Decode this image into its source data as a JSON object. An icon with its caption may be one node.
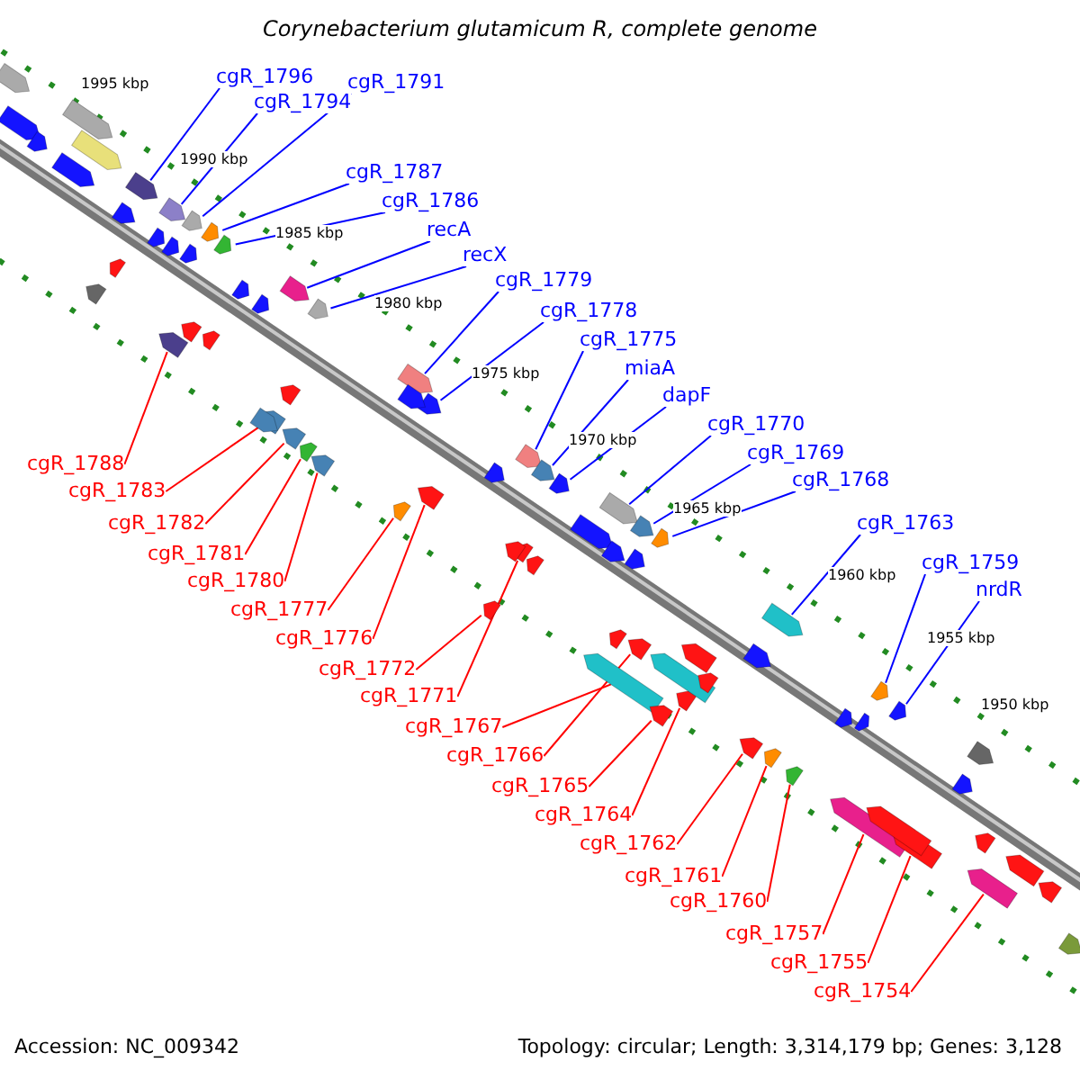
{
  "diagram": {
    "title": "Corynebacterium glutamicum R, complete genome",
    "nodes": [
      {
        "text": [
          "cgR_1796"
        ]
      },
      {
        "text": [
          "cgR_1794"
        ]
      },
      {
        "text": [
          "cgR_1791"
        ]
      },
      {
        "text": [
          "cgR_1787"
        ]
      },
      {
        "text": [
          "cgR_1786"
        ]
      },
      {
        "text": [
          "recA"
        ]
      },
      {
        "text": [
          "recX"
        ]
      },
      {
        "text": [
          "cgR_1779"
        ]
      },
      {
        "text": [
          "cgR_1778"
        ]
      },
      {
        "text": [
          "cgR_1775"
        ]
      },
      {
        "text": [
          "miaA"
        ]
      },
      {
        "text": [
          "dapF"
        ]
      },
      {
        "text": [
          "cgR_1770"
        ]
      },
      {
        "text": [
          "cgR_1769"
        ]
      },
      {
        "text": [
          "cgR_1768"
        ]
      },
      {
        "text": [
          "cgR_1763"
        ]
      },
      {
        "text": [
          "cgR_1759"
        ]
      },
      {
        "text": [
          "nrdR"
        ]
      },
      {
        "text": [
          "cgR_1788"
        ]
      },
      {
        "text": [
          "cgR_1783"
        ]
      },
      {
        "text": [
          "cgR_1782"
        ]
      },
      {
        "text": [
          "cgR_1781"
        ]
      },
      {
        "text": [
          "cgR_1780"
        ]
      },
      {
        "text": [
          "cgR_1777"
        ]
      },
      {
        "text": [
          "cgR_1776"
        ]
      },
      {
        "text": [
          "cgR_1772"
        ]
      },
      {
        "text": [
          "cgR_1771"
        ]
      },
      {
        "text": [
          "cgR_1767"
        ]
      },
      {
        "text": [
          "cgR_1766"
        ]
      },
      {
        "text": [
          "cgR_1765"
        ]
      },
      {
        "text": [
          "cgR_1764"
        ]
      },
      {
        "text": [
          "cgR_1762"
        ]
      },
      {
        "text": [
          "cgR_1761"
        ]
      },
      {
        "text": [
          "cgR_1760"
        ]
      },
      {
        "text": [
          "cgR_1757"
        ]
      },
      {
        "text": [
          "cgR_1755"
        ]
      },
      {
        "text": [
          "cgR_1754"
        ]
      },
      {
        "text": [],
        "shape": "arrow"
      },
      {
        "text": [],
        "shape": "arrow"
      },
      {
        "text": [],
        "shape": "arrow"
      },
      {
        "text": [],
        "shape": "arrow"
      },
      {
        "text": [],
        "shape": "arrow"
      },
      {
        "text": [],
        "shape": "arrow"
      },
      {
        "text": [],
        "shape": "arrow"
      },
      {
        "text": [],
        "shape": "arrow"
      },
      {
        "text": [],
        "shape": "arrow"
      },
      {
        "text": [],
        "shape": "arrow"
      },
      {
        "text": [],
        "shape": "arrow"
      },
      {
        "text": [],
        "shape": "arrow"
      },
      {
        "text": [],
        "shape": "arrow"
      },
      {
        "text": [],
        "shape": "arrow"
      },
      {
        "text": [],
        "shape": "arrow"
      },
      {
        "text": [],
        "shape": "arrow"
      },
      {
        "text": [],
        "shape": "arrow"
      },
      {
        "text": [],
        "shape": "arrow"
      },
      {
        "text": [],
        "shape": "arrow"
      },
      {
        "text": [],
        "shape": "arrow"
      },
      {
        "text": [],
        "shape": "arrow"
      },
      {
        "text": [],
        "shape": "arrow"
      },
      {
        "text": [],
        "shape": "arrow"
      },
      {
        "text": [],
        "shape": "arrow"
      },
      {
        "text": [],
        "shape": "arrow"
      },
      {
        "text": [],
        "shape": "arrow"
      },
      {
        "text": [],
        "shape": "arrow"
      },
      {
        "text": [],
        "shape": "arrow"
      },
      {
        "text": [],
        "shape": "arrow"
      },
      {
        "text": [],
        "shape": "arrow"
      },
      {
        "text": [],
        "shape": "arrow"
      },
      {
        "text": [],
        "shape": "arrow"
      },
      {
        "text": [],
        "shape": "arrow"
      },
      {
        "text": [],
        "shape": "arrow"
      },
      {
        "text": [],
        "shape": "arrow"
      },
      {
        "text": [],
        "shape": "arrow"
      },
      {
        "text": [],
        "shape": "arrow"
      },
      {
        "text": [],
        "shape": "arrow"
      },
      {
        "text": [],
        "shape": "arrow"
      },
      {
        "text": [],
        "shape": "arrow"
      },
      {
        "text": [],
        "shape": "arrow"
      },
      {
        "text": [],
        "shape": "arrow"
      },
      {
        "text": [],
        "shape": "arrow"
      },
      {
        "text": [],
        "shape": "arrow"
      },
      {
        "text": [],
        "shape": "arrow"
      },
      {
        "text": [],
        "shape": "arrow"
      },
      {
        "text": [],
        "shape": "arrow"
      },
      {
        "text": [],
        "shape": "arrow"
      },
      {
        "text": [],
        "shape": "arrow"
      },
      {
        "text": [],
        "shape": "arrow"
      },
      {
        "text": [],
        "shape": "arrow"
      },
      {
        "text": [],
        "shape": "arrow"
      },
      {
        "text": [],
        "shape": "arrow"
      },
      {
        "text": [],
        "shape": "arrow"
      },
      {
        "text": [],
        "shape": "arrow"
      },
      {
        "text": [],
        "shape": "arrow"
      },
      {
        "text": [],
        "shape": "arrow"
      },
      {
        "text": [],
        "shape": "arrow"
      },
      {
        "text": [],
        "shape": "arrow"
      },
      {
        "text": [],
        "shape": "arrow"
      },
      {
        "text": [],
        "shape": "arrow"
      },
      {
        "text": [],
        "shape": "arrow"
      },
      {
        "text": [],
        "shape": "arrow"
      },
      {
        "text": [],
        "shape": "arrow"
      },
      {
        "text": [],
        "shape": "arrow"
      },
      {
        "text": [],
        "shape": "arrow"
      },
      {
        "text": [],
        "shape": "arrow"
      },
      {
        "text": [],
        "shape": "arrow"
      },
      {
        "text": [],
        "shape": "arrow"
      },
      {
        "text": [],
        "shape": "arrow"
      },
      {
        "text": [],
        "shape": "arrow"
      },
      {
        "text": [],
        "shape": "arrow"
      },
      {
        "text": [],
        "shape": "arrow"
      },
      {
        "text": [],
        "shape": "arrow"
      },
      {
        "text": [],
        "shape": "arrow"
      },
      {
        "text": [],
        "shape": "arrow"
      }
    ],
    "edges": [
      {
        "from": 0,
        "to": 37,
        "arrow": "none",
        "color": "#0000ff"
      },
      {
        "from": 1,
        "to": 38,
        "arrow": "none",
        "color": "#0000ff"
      },
      {
        "from": 2,
        "to": 39,
        "arrow": "none",
        "color": "#0000ff"
      },
      {
        "from": 3,
        "to": 40,
        "arrow": "none",
        "color": "#0000ff"
      },
      {
        "from": 4,
        "to": 41,
        "arrow": "none",
        "color": "#0000ff"
      },
      {
        "from": 5,
        "to": 42,
        "arrow": "none",
        "color": "#0000ff"
      },
      {
        "from": 6,
        "to": 43,
        "arrow": "none",
        "color": "#0000ff"
      },
      {
        "from": 7,
        "to": 44,
        "arrow": "none",
        "color": "#0000ff"
      },
      {
        "from": 8,
        "to": 45,
        "arrow": "none",
        "color": "#0000ff"
      },
      {
        "from": 9,
        "to": 46,
        "arrow": "none",
        "color": "#0000ff"
      },
      {
        "from": 10,
        "to": 47,
        "arrow": "none",
        "color": "#0000ff"
      },
      {
        "from": 11,
        "to": 48,
        "arrow": "none",
        "color": "#0000ff"
      },
      {
        "from": 12,
        "to": 49,
        "arrow": "none",
        "color": "#0000ff"
      },
      {
        "from": 13,
        "to": 50,
        "arrow": "none",
        "color": "#0000ff"
      },
      {
        "from": 14,
        "to": 51,
        "arrow": "none",
        "color": "#0000ff"
      },
      {
        "from": 15,
        "to": 52,
        "arrow": "none",
        "color": "#0000ff"
      },
      {
        "from": 16,
        "to": 53,
        "arrow": "none",
        "color": "#0000ff"
      },
      {
        "from": 17,
        "to": 54,
        "arrow": "none",
        "color": "#0000ff"
      },
      {
        "from": 18,
        "to": 55,
        "arrow": "none",
        "color": "#ff0000"
      },
      {
        "from": 19,
        "to": 56,
        "arrow": "none",
        "color": "#ff0000"
      },
      {
        "from": 20,
        "to": 57,
        "arrow": "none",
        "color": "#ff0000"
      },
      {
        "from": 21,
        "to": 58,
        "arrow": "none",
        "color": "#ff0000"
      },
      {
        "from": 22,
        "to": 59,
        "arrow": "none",
        "color": "#ff0000"
      },
      {
        "from": 23,
        "to": 60,
        "arrow": "none",
        "color": "#ff0000"
      },
      {
        "from": 24,
        "to": 61,
        "arrow": "none",
        "color": "#ff0000"
      },
      {
        "from": 25,
        "to": 62,
        "arrow": "none",
        "color": "#ff0000"
      },
      {
        "from": 26,
        "to": 63,
        "arrow": "none",
        "color": "#ff0000"
      },
      {
        "from": 27,
        "to": 64,
        "arrow": "none",
        "color": "#ff0000"
      },
      {
        "from": 28,
        "to": 65,
        "arrow": "none",
        "color": "#ff0000"
      },
      {
        "from": 29,
        "to": 66,
        "arrow": "none",
        "color": "#ff0000"
      },
      {
        "from": 30,
        "to": 67,
        "arrow": "none",
        "color": "#ff0000"
      },
      {
        "from": 31,
        "to": 68,
        "arrow": "none",
        "color": "#ff0000"
      },
      {
        "from": 32,
        "to": 69,
        "arrow": "none",
        "color": "#ff0000"
      },
      {
        "from": 33,
        "to": 70,
        "arrow": "none",
        "color": "#ff0000"
      },
      {
        "from": 34,
        "to": 71,
        "arrow": "none",
        "color": "#ff0000"
      },
      {
        "from": 35,
        "to": 72,
        "arrow": "none",
        "color": "#ff0000"
      },
      {
        "from": 36,
        "to": 73,
        "arrow": "none",
        "color": "#ff0000"
      }
    ],
    "labels": [
      "1995 kbp",
      "1990 kbp",
      "1985 kbp",
      "1980 kbp",
      "1975 kbp",
      "1970 kbp",
      "1965 kbp",
      "1960 kbp",
      "1955 kbp",
      "1950 kbp",
      "Accession: NC_009342",
      "Topology: circular; Length: 3,314,179 bp; Genes: 3,128"
    ]
  }
}
